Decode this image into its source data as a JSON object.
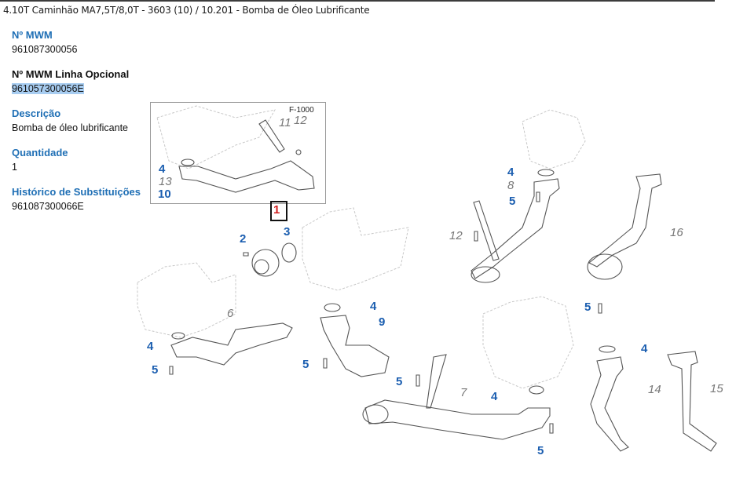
{
  "breadcrumb": "4.10T Caminhão MA7,5T/8,0T - 3603 (10)  /  10.201 - Bomba de Óleo Lubrificante",
  "fields": {
    "mwm_label": "Nº MWM",
    "mwm_value": "961087300056",
    "optional_label": "Nº MWM Linha Opcional",
    "optional_value": "961057300056E",
    "description_label": "Descrição",
    "description_value": "Bomba de óleo lubrificante",
    "quantity_label": "Quantidade",
    "quantity_value": "1",
    "history_label": "Histórico de Substituições",
    "history_value": "961087300066E"
  },
  "diagram": {
    "inset_code": "F-1000",
    "selected_part": "1",
    "callouts": [
      {
        "id": "c-inset-11",
        "text": "11"
      },
      {
        "id": "c-inset-12",
        "text": "12"
      },
      {
        "id": "c-inset-4",
        "text": "4"
      },
      {
        "id": "c-inset-13",
        "text": "13"
      },
      {
        "id": "c-inset-10",
        "text": "10"
      },
      {
        "id": "c-2",
        "text": "2"
      },
      {
        "id": "c-3",
        "text": "3"
      },
      {
        "id": "c-6",
        "text": "6"
      },
      {
        "id": "c-4a",
        "text": "4"
      },
      {
        "id": "c-5a",
        "text": "5"
      },
      {
        "id": "c-4b",
        "text": "4"
      },
      {
        "id": "c-9",
        "text": "9"
      },
      {
        "id": "c-5b",
        "text": "5"
      },
      {
        "id": "c-5c",
        "text": "5"
      },
      {
        "id": "c-7",
        "text": "7"
      },
      {
        "id": "c-4c",
        "text": "4"
      },
      {
        "id": "c-5d",
        "text": "5"
      },
      {
        "id": "c-4d",
        "text": "4"
      },
      {
        "id": "c-8",
        "text": "8"
      },
      {
        "id": "c-5e",
        "text": "5"
      },
      {
        "id": "c-12",
        "text": "12"
      },
      {
        "id": "c-16",
        "text": "16"
      },
      {
        "id": "c-5f",
        "text": "5"
      },
      {
        "id": "c-4e",
        "text": "4"
      },
      {
        "id": "c-14",
        "text": "14"
      },
      {
        "id": "c-15",
        "text": "15"
      }
    ]
  }
}
